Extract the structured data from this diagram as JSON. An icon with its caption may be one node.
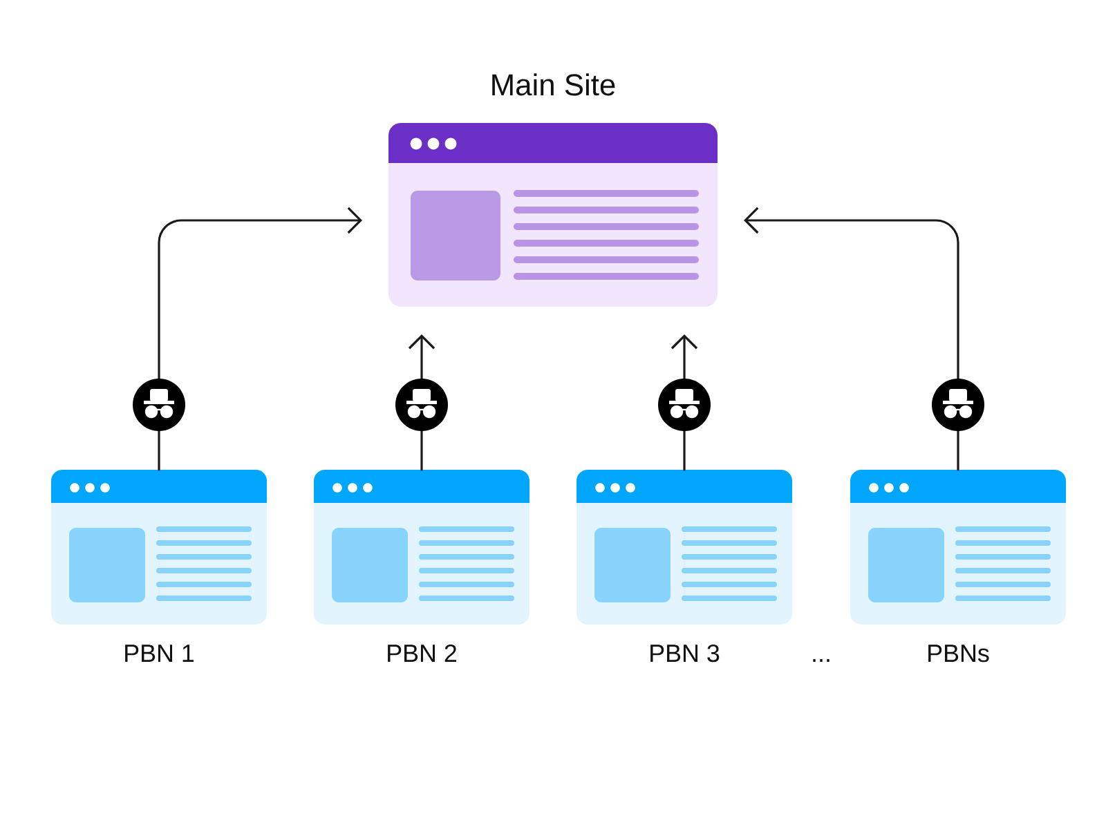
{
  "diagram": {
    "nodes": [
      {
        "text": [
          "Main Site"
        ]
      },
      {
        "text": [
          "PBN 1"
        ]
      },
      {
        "text": [
          "PBN 2"
        ]
      },
      {
        "text": [
          "PBN 3"
        ]
      },
      {
        "text": [
          "PBNs"
        ]
      }
    ],
    "edges": [
      {
        "from": 1,
        "to": 0,
        "arrow": "to"
      },
      {
        "from": 2,
        "to": 0,
        "arrow": "to"
      },
      {
        "from": 3,
        "to": 0,
        "arrow": "to"
      },
      {
        "from": 4,
        "to": 0,
        "arrow": "to"
      }
    ],
    "labels": [
      "..."
    ]
  }
}
